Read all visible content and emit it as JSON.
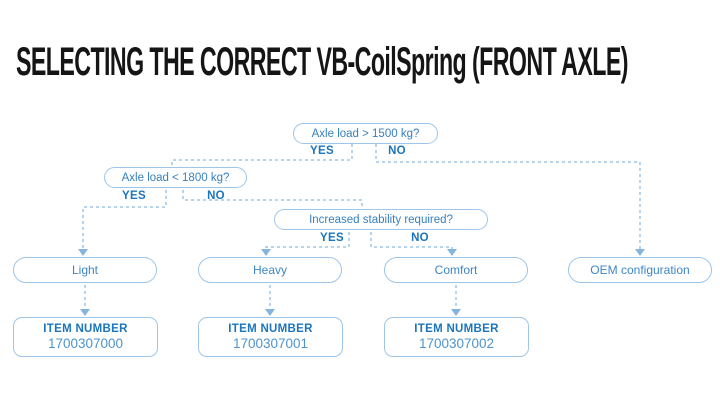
{
  "title": "SELECTING THE CORRECT VB-CoilSpring (FRONT AXLE)",
  "colors": {
    "accent_dark_blue": "#1B75BC",
    "text_mid_blue": "#3E86C6",
    "line_light_blue": "#9EC6E8",
    "title_black": "#151515"
  },
  "flow": {
    "q1": {
      "label": "Axle load > 1500 kg?",
      "yes": "YES",
      "no": "NO"
    },
    "q2": {
      "label": "Axle load < 1800 kg?",
      "yes": "YES",
      "no": "NO"
    },
    "q3": {
      "label": "Increased stability required?",
      "yes": "YES",
      "no": "NO"
    },
    "results": [
      {
        "label": "Light",
        "item_label": "ITEM NUMBER",
        "item_number": "1700307000"
      },
      {
        "label": "Heavy",
        "item_label": "ITEM NUMBER",
        "item_number": "1700307001"
      },
      {
        "label": "Comfort",
        "item_label": "ITEM NUMBER",
        "item_number": "1700307002"
      },
      {
        "label": "OEM configuration"
      }
    ]
  }
}
